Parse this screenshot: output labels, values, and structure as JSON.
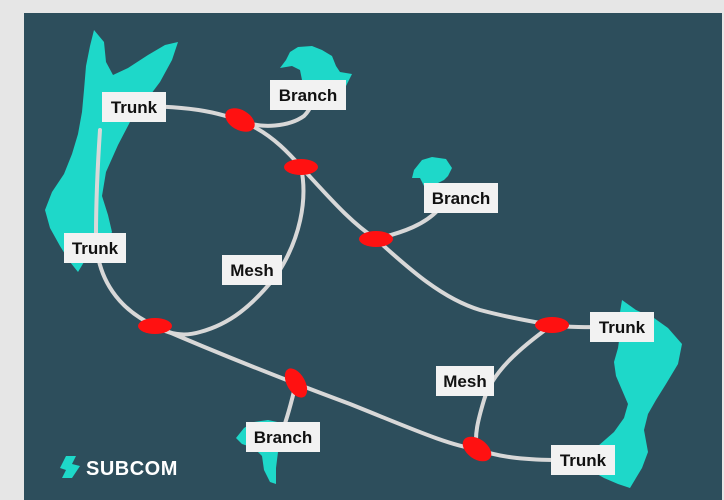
{
  "diagram": {
    "labels": {
      "trunk_top_left": "Trunk",
      "branch_top": "Branch",
      "branch_middle": "Branch",
      "trunk_left": "Trunk",
      "mesh_left": "Mesh",
      "trunk_right": "Trunk",
      "mesh_right": "Mesh",
      "branch_bottom": "Branch",
      "trunk_bottom_right": "Trunk"
    },
    "logo": {
      "text": "SUBCOM"
    },
    "colors": {
      "background": "#2d4e5c",
      "frame": "#e6e6e6",
      "land": "#1ed8c9",
      "cable": "#d8d8d8",
      "branching_unit": "#ff1111",
      "label_box": "#f2f2f2"
    }
  }
}
